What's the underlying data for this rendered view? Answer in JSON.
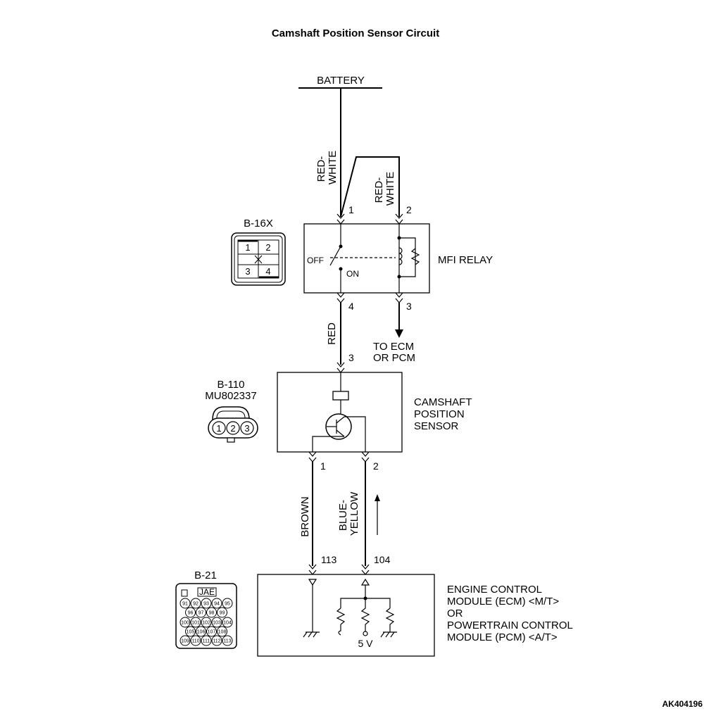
{
  "title": "Camshaft Position Sensor Circuit",
  "figure_code": "AK404196",
  "battery": {
    "label": "BATTERY"
  },
  "wires": {
    "battery_to_relay1": "RED-\nWHITE",
    "battery_to_relay2": "RED-\nWHITE",
    "relay4_to_sensor": "RED",
    "sensor1_to_ecm": "BROWN",
    "sensor2_to_ecm": "BLUE-\nYELLOW"
  },
  "relay": {
    "name": "MFI RELAY",
    "connector_id": "B-16X",
    "switch_off": "OFF",
    "switch_on": "ON",
    "pins": {
      "p1": "1",
      "p2": "2",
      "p3": "3",
      "p4": "4"
    },
    "connector_pins": [
      "1",
      "2",
      "3",
      "4"
    ],
    "to_ecm": "TO ECM\nOR PCM"
  },
  "sensor": {
    "name": "CAMSHAFT\nPOSITION\nSENSOR",
    "connector_id": "B-110",
    "part_number": "MU802337",
    "input_pin": "3",
    "pins": {
      "p1": "1",
      "p2": "2"
    },
    "connector_pins": [
      "1",
      "2",
      "3"
    ]
  },
  "ecm": {
    "name": "ENGINE CONTROL\nMODULE (ECM) <M/T>\nOR\nPOWERTRAIN CONTROL\nMODULE (PCM) <A/T>",
    "connector_id": "B-21",
    "connector_brand": "JAE",
    "pin_brown": "113",
    "pin_blue": "104",
    "supply": "5 V",
    "connector_rows": [
      [
        "91",
        "92",
        "93",
        "94",
        "95"
      ],
      [
        "96",
        "97",
        "98",
        "99"
      ],
      [
        "100",
        "101",
        "102",
        "103",
        "104"
      ],
      [
        "105",
        "106",
        "107",
        "108"
      ],
      [
        "109",
        "110",
        "111",
        "112",
        "113"
      ]
    ]
  }
}
